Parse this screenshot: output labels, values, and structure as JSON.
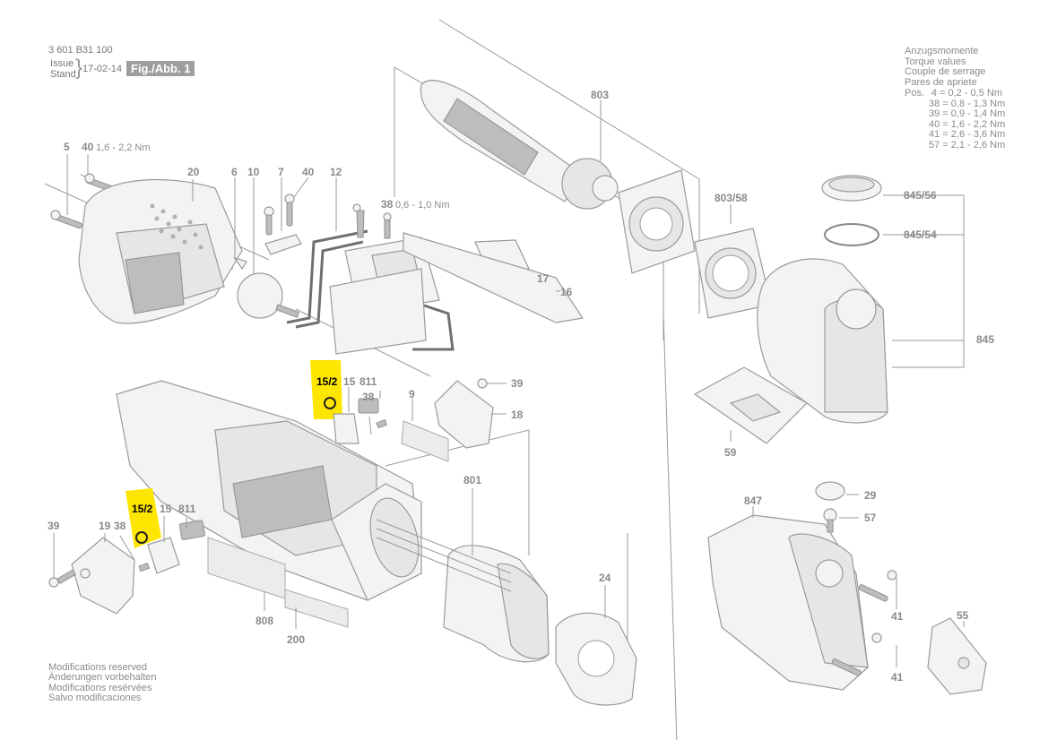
{
  "header": {
    "part_number": "3 601 B31 100",
    "issue_label": "Issue",
    "stand_label": "Stand",
    "date": "17-02-14",
    "figure": "Fig./Abb. 1"
  },
  "torque": {
    "lines": [
      "Anzugsmomente",
      "Torque values",
      "Couple de serrage",
      "Pares de apriete"
    ],
    "pos_label": "Pos.",
    "values": [
      "4 =  0,2 - 0,5 Nm",
      "38 =  0,8 - 1,3 Nm",
      "39 =  0,9 - 1,4 Nm",
      "40 =  1,6 - 2,2 Nm",
      "41 =  2,6 - 3,6 Nm",
      "57 =  2,1 - 2,6 Nm"
    ]
  },
  "footer": {
    "lines": [
      "Modifications reserved",
      "Änderungen vorbehalten",
      "Modifications resérvées",
      "Salvo modificaciones"
    ]
  },
  "labels": {
    "p5": "5",
    "p40a": "40",
    "p40a_torque": "1,6 - 2,2 Nm",
    "p20": "20",
    "p6": "6",
    "p10": "10",
    "p7": "7",
    "p40b": "40",
    "p12": "12",
    "p38a": "38",
    "p38a_torque": "0,6 - 1,0 Nm",
    "p803": "803",
    "p803_58": "803/58",
    "p17": "17",
    "p16": "16",
    "p845_56": "845/56",
    "p845_54": "845/54",
    "p845": "845",
    "p15_2a": "15/2",
    "p15a": "15",
    "p811a": "811",
    "p38b": "38",
    "p9": "9",
    "p39a": "39",
    "p18": "18",
    "p59": "59",
    "p801": "801",
    "p15_2b": "15/2",
    "p15b": "15",
    "p811b": "811",
    "p19": "19",
    "p38c": "38",
    "p39b": "39",
    "p808": "808",
    "p200": "200",
    "p24": "24",
    "p847": "847",
    "p29": "29",
    "p57": "57",
    "p41a": "41",
    "p41b": "41",
    "p55": "55"
  },
  "highlight_color": "#ffe600"
}
